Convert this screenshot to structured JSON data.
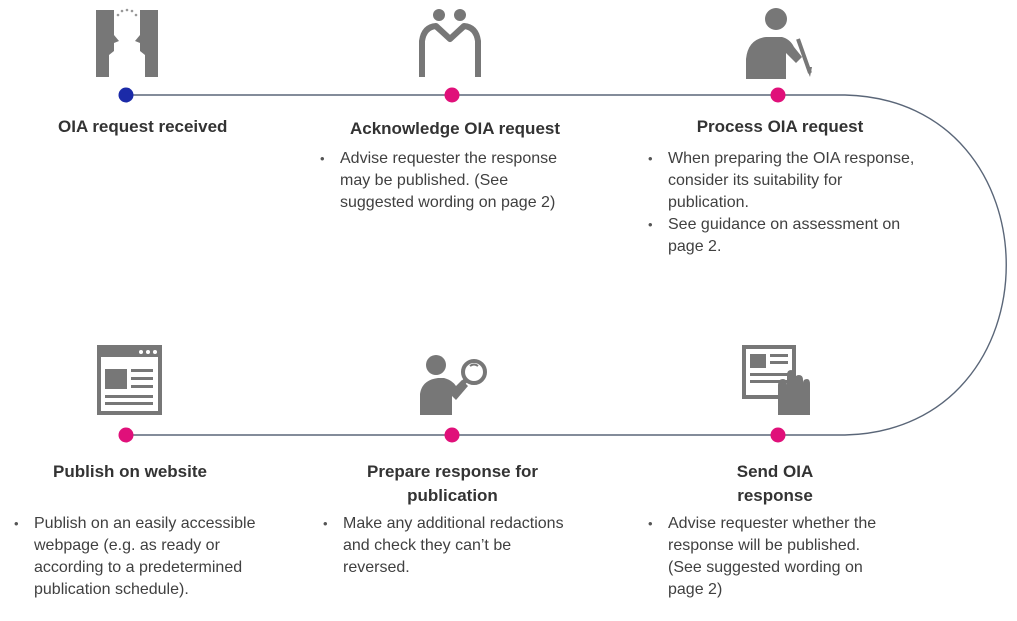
{
  "colors": {
    "line": "#5a6678",
    "start_dot": "#1b2aa8",
    "step_dot": "#e0107a",
    "icon": "#7a7a7a"
  },
  "steps": [
    {
      "title": "OIA request received",
      "icon": "two-faces-icon",
      "bullets": []
    },
    {
      "title": "Acknowledge OIA request",
      "icon": "handshake-icon",
      "bullets": [
        "Advise requester the response may be published. (See suggested wording on page 2)"
      ]
    },
    {
      "title": "Process OIA request",
      "icon": "person-writing-icon",
      "bullets": [
        "When preparing the OIA response, consider its suitability for publication.",
        "See guidance on assessment on page 2."
      ]
    },
    {
      "title": "Publish on website",
      "icon": "webpage-icon",
      "bullets": [
        "Publish on an easily accessible webpage (e.g. as ready or according to a predetermined publication schedule)."
      ]
    },
    {
      "title": "Prepare response for publication",
      "icon": "person-magnifier-icon",
      "bullets": [
        "Make any additional redactions and check they can’t be reversed."
      ]
    },
    {
      "title": "Send OIA response",
      "icon": "document-hand-icon",
      "bullets": [
        "Advise requester whether the response will be published. (See suggested wording on page 2)"
      ]
    }
  ]
}
